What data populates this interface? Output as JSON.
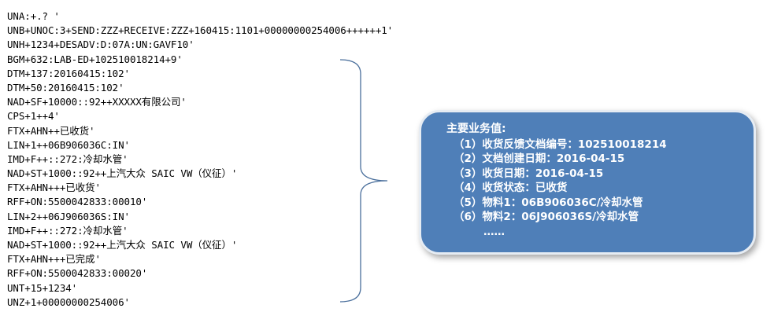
{
  "edi_lines": [
    "UNA:+.? '",
    "UNB+UNOC:3+SEND:ZZZ+RECEIVE:ZZZ+160415:1101+00000000254006++++++1'",
    "UNH+1234+DESADV:D:07A:UN:GAVF10'",
    "BGM+632:LAB-ED+102510018214+9'",
    "DTM+137:20160415:102'",
    "DTM+50:20160415:102'",
    "NAD+SF+10000::92++XXXXX有限公司'",
    "CPS+1++4'",
    "FTX+AHN++已收货'",
    "LIN+1++06B906036C:IN'",
    "IMD+F++::272:冷却水管'",
    "NAD+ST+1000::92++上汽大众 SAIC VW（仪征）'",
    "FTX+AHN+++已收货'",
    "RFF+ON:5500042833:00010'",
    "LIN+2++06J906036S:IN'",
    "IMD+F++::272:冷却水管'",
    "NAD+ST+1000::92++上汽大众 SAIC VW（仪征）'",
    "FTX+AHN+++已完成'",
    "RFF+ON:5500042833:00020'",
    "UNT+15+1234'",
    "UNZ+1+00000000254006'"
  ],
  "summary": {
    "title": "主要业务值:",
    "items": [
      "（1）收货反馈文档编号：102510018214",
      "（2）文档创建日期：2016-04-15",
      "（3）收货日期：2016-04-15",
      "（4）收货状态：已收货",
      "（5）物料1：06B906036C/冷却水管",
      "（6）物料2：06J906036S/冷却水管"
    ],
    "more": "……"
  },
  "colors": {
    "box_fill": "#4f7fb8",
    "box_border": "#e6ecf3",
    "brace": "#4a6f9c",
    "text": "#000000",
    "box_text": "#ffffff"
  }
}
